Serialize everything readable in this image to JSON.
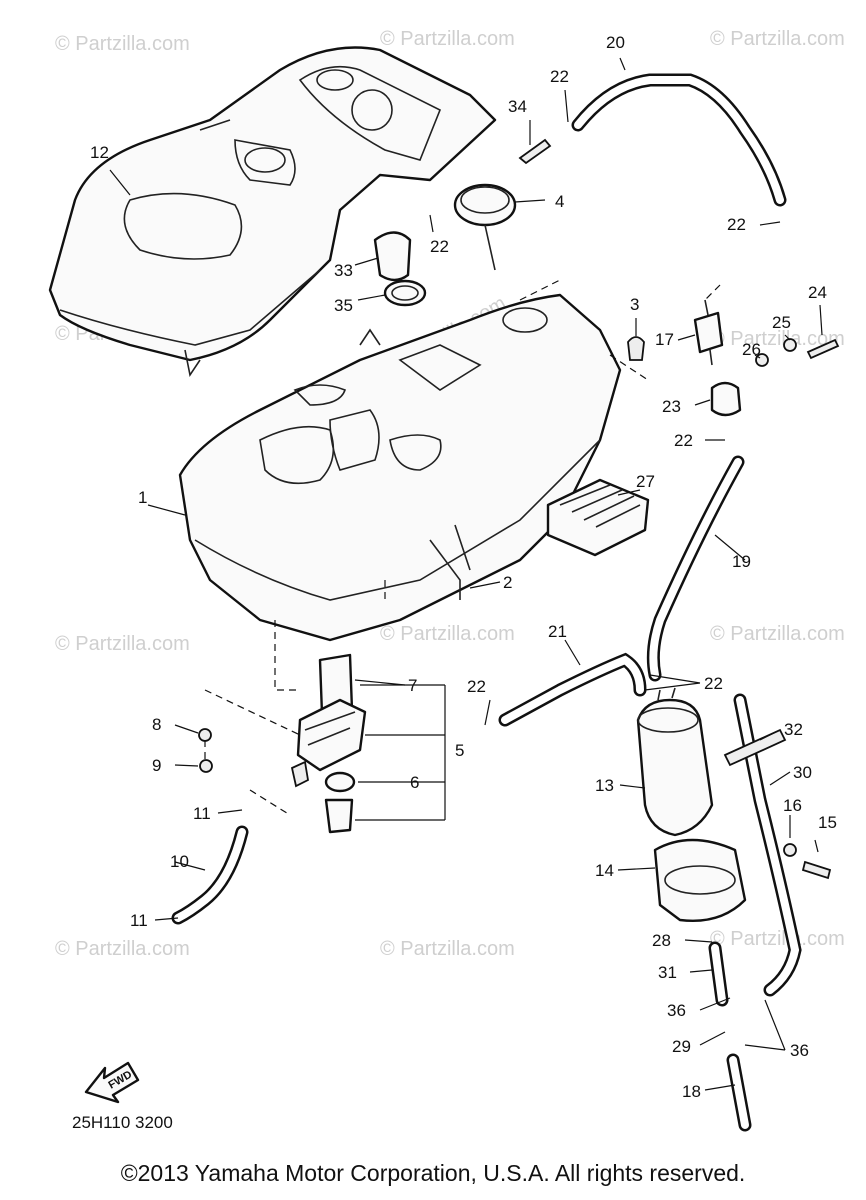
{
  "watermark": "© Partzilla.com",
  "figure_code": "25H110 3200",
  "fwd_label": "FWD",
  "copyright": "©2013 Yamaha Motor Corporation, U.S.A. All rights reserved.",
  "callouts": [
    "1",
    "2",
    "3",
    "4",
    "5",
    "6",
    "7",
    "8",
    "9",
    "10",
    "11",
    "11",
    "12",
    "13",
    "14",
    "15",
    "16",
    "17",
    "18",
    "19",
    "20",
    "21",
    "22",
    "22",
    "22",
    "22",
    "22",
    "22",
    "23",
    "24",
    "25",
    "26",
    "27",
    "28",
    "29",
    "30",
    "31",
    "32",
    "33",
    "34",
    "35",
    "36",
    "36"
  ]
}
